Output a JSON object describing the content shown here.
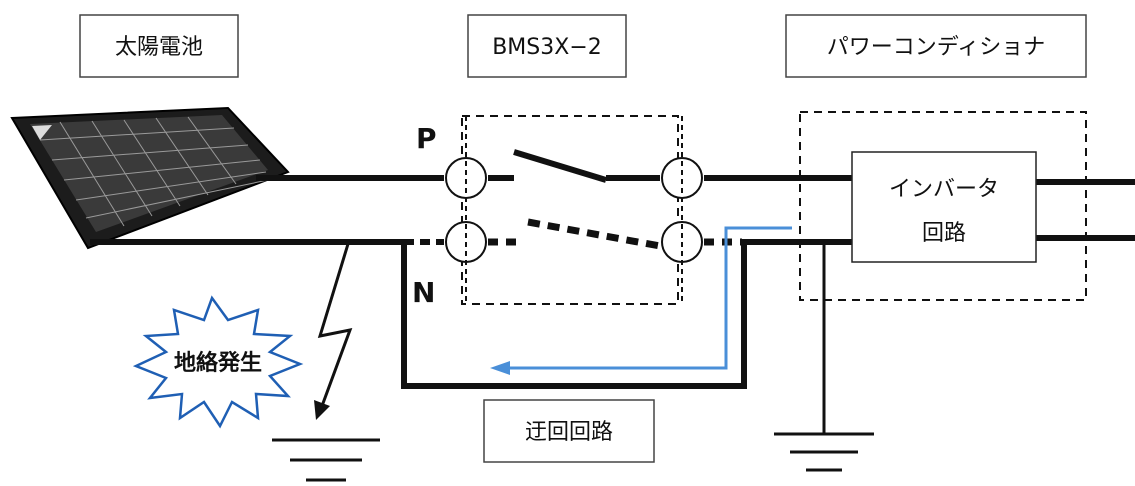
{
  "labels": {
    "solar": "太陽電池",
    "bms": "BMS3X−2",
    "pcs": "パワーコンディショナ",
    "p_terminal": "P",
    "n_terminal": "N",
    "inverter_line1": "インバータ",
    "inverter_line2": "回路",
    "ground_fault": "地絡発生",
    "bypass": "迂回回路"
  },
  "colors": {
    "line": "#111111",
    "bypass_arrow": "#4a8fd8",
    "burst_stroke": "#1f5fb4",
    "panel_dark": "#1c1c1c"
  }
}
